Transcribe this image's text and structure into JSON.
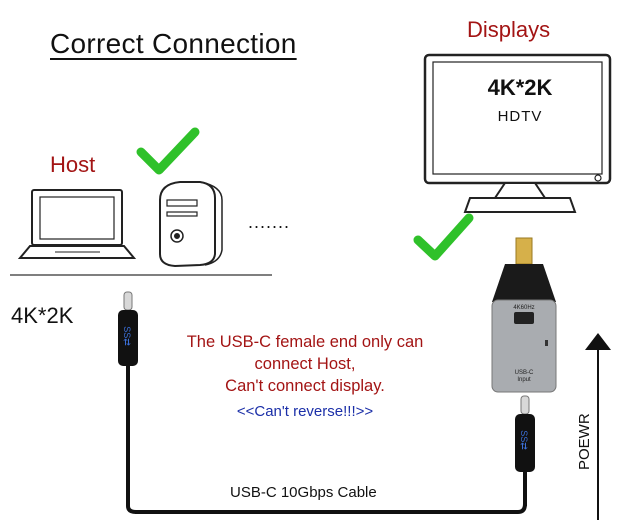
{
  "title": "Correct Connection",
  "displays_label": "Displays",
  "host_label": "Host",
  "tv": {
    "resolution": "4K*2K",
    "label": "HDTV"
  },
  "left_resolution": "4K*2K",
  "dots": ".......",
  "warning": {
    "line1": "The USB-C female end only can",
    "line2": "connect Host,",
    "line3": "Can't connect display."
  },
  "reverse_note": "<<Can't reverse!!!>>",
  "cable_label": "USB-C 10Gbps Cable",
  "power_label": "POEWR",
  "adapter": {
    "top_text": "4K60Hz",
    "bottom_text_1": "USB-C",
    "bottom_text_2": "Input"
  },
  "colors": {
    "accent_red": "#a31414",
    "link_blue": "#1b2fa8",
    "check_green": "#2fc12a"
  },
  "icons": [
    "laptop-icon",
    "desktop-tower-icon",
    "monitor-icon",
    "check-icon",
    "usb-c-cable-icon",
    "adapter-icon",
    "arrow-up-icon"
  ]
}
